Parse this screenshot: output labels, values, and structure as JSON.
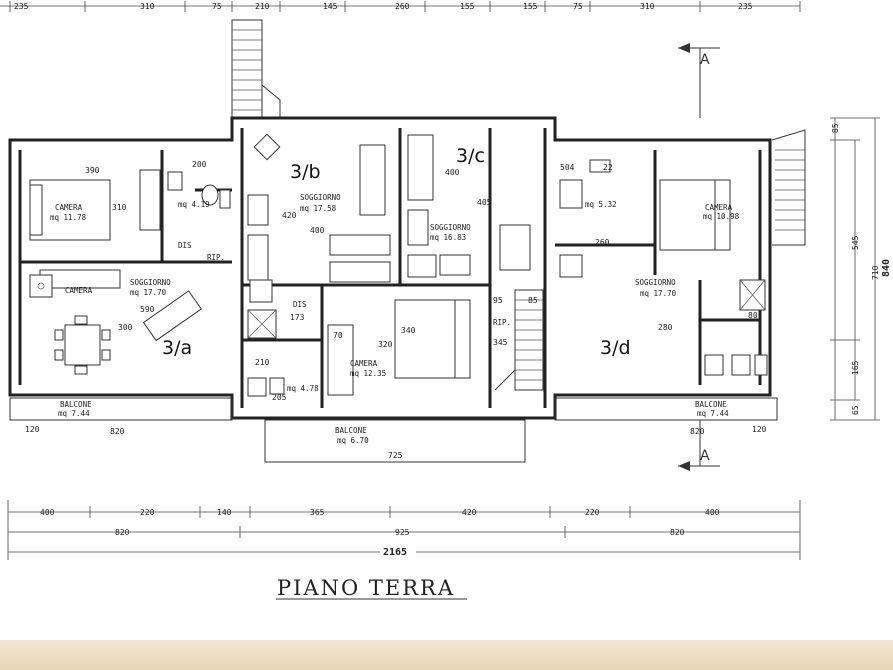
{
  "title": "PIANO TERRA",
  "section_marker": "A",
  "total_dimension": "2165",
  "top_dimensions": [
    "235",
    "310",
    "75",
    "210",
    "145",
    "260",
    "155",
    "155",
    "75",
    "310",
    "235"
  ],
  "bottom_dimensions_row1": [
    "400",
    "220",
    "140",
    "365",
    "420",
    "220",
    "400"
  ],
  "bottom_dimensions_row2": [
    "820",
    "925",
    "820"
  ],
  "right_dimensions": [
    "85",
    "545",
    "710",
    "840",
    "165",
    "65"
  ],
  "right_total": "840",
  "units": [
    {
      "label": "3/a"
    },
    {
      "label": "3/b"
    },
    {
      "label": "3/c"
    },
    {
      "label": "3/d"
    }
  ],
  "rooms": [
    {
      "name": "CAMERA",
      "area": "mq 11.78"
    },
    {
      "name": "SOGGIORNO",
      "area": "mq 17.70"
    },
    {
      "name": "SOGGIORNO",
      "area": "mq 17.58"
    },
    {
      "name": "SOGGIORNO",
      "area": "mq 16.83"
    },
    {
      "name": "CAMERA",
      "area": "mq 12.35"
    },
    {
      "name": "CAMERA",
      "area": "mq 10.98"
    },
    {
      "name": "SOGGIORNO",
      "area": "mq 17.70"
    },
    {
      "name": "CAMERA",
      "area": ""
    }
  ],
  "bath_areas": [
    "mq 4.19",
    "mq 4.78",
    "mq 5.32"
  ],
  "balconies": [
    {
      "name": "BALCONE",
      "area": "mq 7.44"
    },
    {
      "name": "BALCONE",
      "area": "mq 6.70"
    },
    {
      "name": "BALCONE",
      "area": "mq 7.44"
    }
  ],
  "labels": {
    "dis": "DIS",
    "rip": "RIP.",
    "d390": "390",
    "d310": "310",
    "d200": "200",
    "d590": "590",
    "d300": "300",
    "d420": "420",
    "d400": "400",
    "d405": "405",
    "d210": "210",
    "d340": "340",
    "d320": "320",
    "d260": "260",
    "d280": "280",
    "d725": "725",
    "d820": "820",
    "d205": "205",
    "d173": "173",
    "d95": "95",
    "d85": "85",
    "d345": "345",
    "d504": "504",
    "d22": "22",
    "d80": "80",
    "d70": "70",
    "d120": "120"
  }
}
